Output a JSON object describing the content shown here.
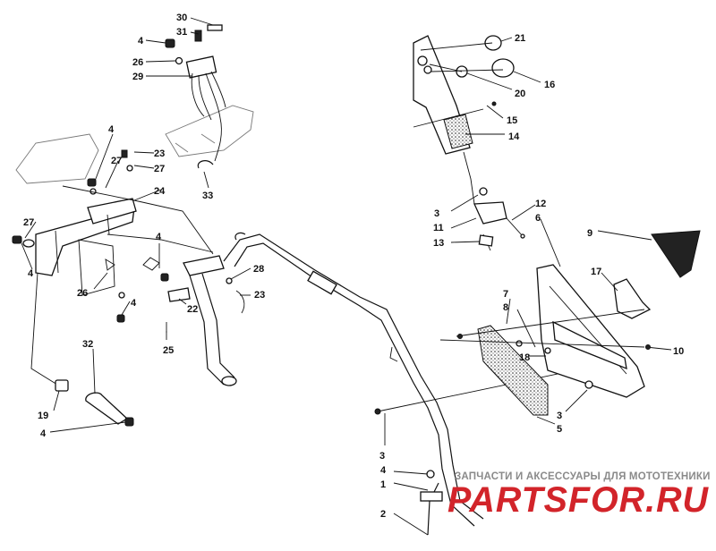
{
  "callouts": [
    {
      "id": "c30-a",
      "text": "30"
    },
    {
      "id": "c31-a",
      "text": "31"
    },
    {
      "id": "c4-a",
      "text": "4"
    },
    {
      "id": "c26-a",
      "text": "26"
    },
    {
      "id": "c29-a",
      "text": "29"
    },
    {
      "id": "c4-b",
      "text": "4"
    },
    {
      "id": "c23-a",
      "text": "23"
    },
    {
      "id": "c27-a",
      "text": "27"
    },
    {
      "id": "c27-b",
      "text": "27"
    },
    {
      "id": "c33-a",
      "text": "33"
    },
    {
      "id": "c24-a",
      "text": "24"
    },
    {
      "id": "c27-c",
      "text": "27"
    },
    {
      "id": "c4-c",
      "text": "4"
    },
    {
      "id": "c4-d",
      "text": "4"
    },
    {
      "id": "c26-b",
      "text": "26"
    },
    {
      "id": "c4-e",
      "text": "4"
    },
    {
      "id": "c28-a",
      "text": "28"
    },
    {
      "id": "c22-a",
      "text": "22"
    },
    {
      "id": "c23-b",
      "text": "23"
    },
    {
      "id": "c25-a",
      "text": "25"
    },
    {
      "id": "c32-a",
      "text": "32"
    },
    {
      "id": "c19-a",
      "text": "19"
    },
    {
      "id": "c4-f",
      "text": "4"
    },
    {
      "id": "c21-a",
      "text": "21"
    },
    {
      "id": "c16-a",
      "text": "16"
    },
    {
      "id": "c20-a",
      "text": "20"
    },
    {
      "id": "c15-a",
      "text": "15"
    },
    {
      "id": "c14-a",
      "text": "14"
    },
    {
      "id": "c3-a",
      "text": "3"
    },
    {
      "id": "c11-a",
      "text": "11"
    },
    {
      "id": "c12-a",
      "text": "12"
    },
    {
      "id": "c6-a",
      "text": "6"
    },
    {
      "id": "c13-a",
      "text": "13"
    },
    {
      "id": "c9-a",
      "text": "9"
    },
    {
      "id": "c17-a",
      "text": "17"
    },
    {
      "id": "c7-a",
      "text": "7"
    },
    {
      "id": "c8-a",
      "text": "8"
    },
    {
      "id": "c18-a",
      "text": "18"
    },
    {
      "id": "c10-a",
      "text": "10"
    },
    {
      "id": "c3-b",
      "text": "3"
    },
    {
      "id": "c5-a",
      "text": "5"
    },
    {
      "id": "c3-c",
      "text": "3"
    },
    {
      "id": "c4-g",
      "text": "4"
    },
    {
      "id": "c1-a",
      "text": "1"
    },
    {
      "id": "c2-a",
      "text": "2"
    }
  ],
  "watermark": {
    "subtitle": "ЗАПЧАСТИ И АКСЕССУАРЫ ДЛЯ МОТОТЕХНИКИ",
    "brand": "PARTSFOR.RU",
    "color": "#d2242a"
  }
}
